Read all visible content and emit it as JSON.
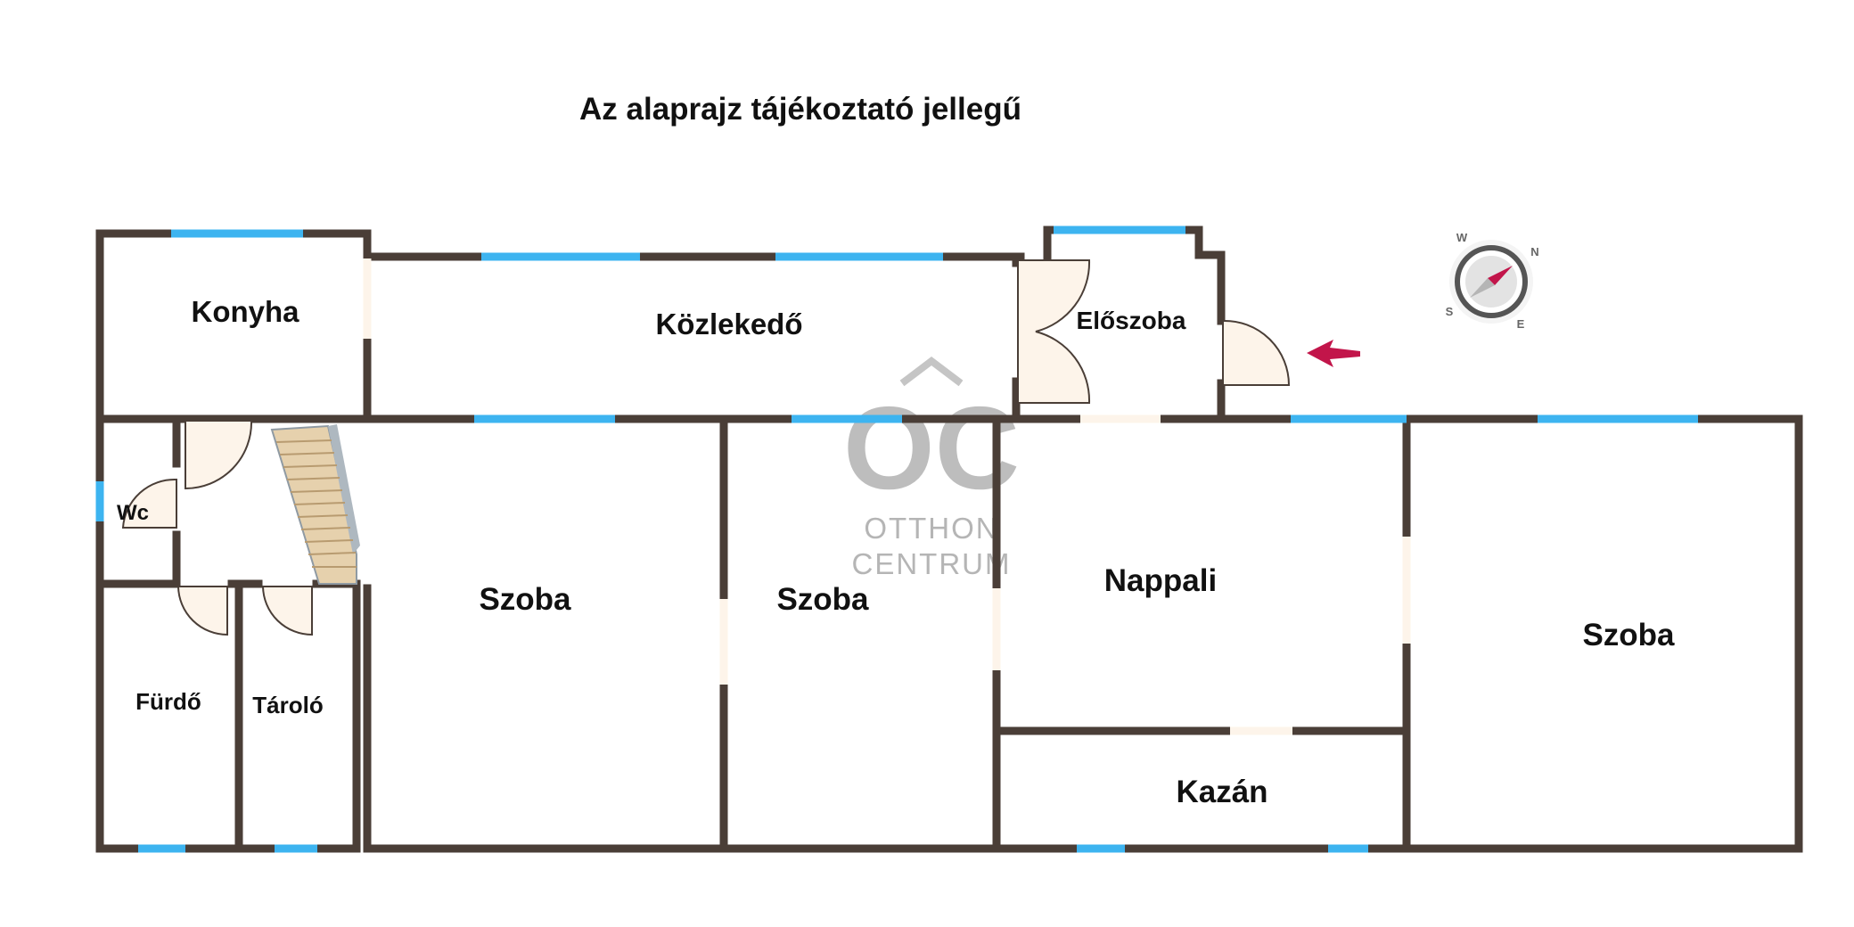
{
  "header": {
    "disclaimer": "Az alaprajz tájékoztató jellegű"
  },
  "rooms": {
    "konyha": "Konyha",
    "kozlekedo": "Közlekedő",
    "eloszoba": "Előszoba",
    "wc": "Wc",
    "furdo": "Fürdő",
    "tarolo": "Tároló",
    "szoba1": "Szoba",
    "szoba2": "Szoba",
    "nappali": "Nappali",
    "kazan": "Kazán",
    "szoba3": "Szoba"
  },
  "watermark": {
    "logo": "OC",
    "line1": "OTTHON",
    "line2": "CENTRUM"
  },
  "compass": {
    "n": "N",
    "s": "S",
    "e": "E",
    "w": "W"
  },
  "colors": {
    "wall": "#4a3e37",
    "window": "#3db4f0",
    "opening": "#fdf4ea",
    "entrance_arrow": "#c2154a",
    "stairs": "#e6d1ad"
  },
  "icons": {
    "compass": "compass-icon",
    "entrance": "entrance-arrow-icon",
    "stairs": "staircase-icon"
  }
}
